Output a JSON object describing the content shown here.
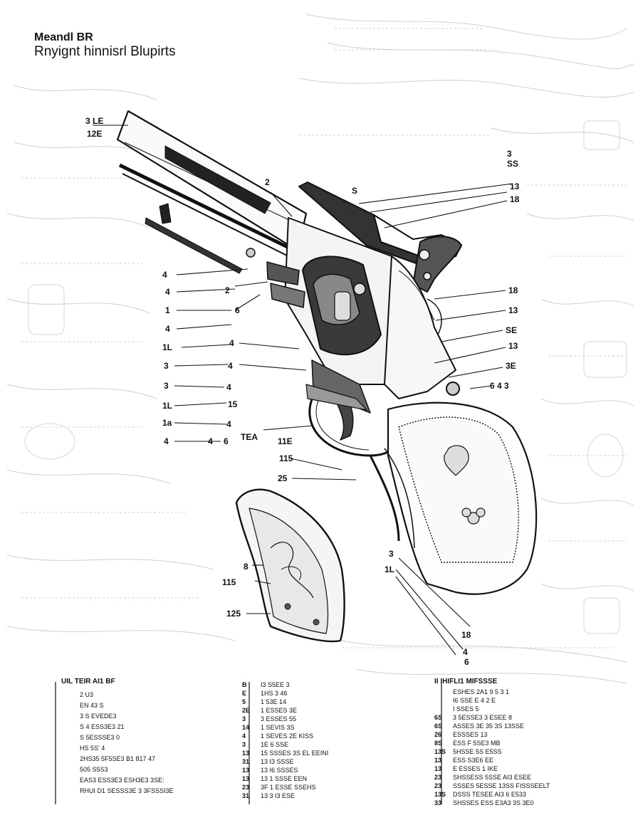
{
  "header": {
    "title_line1": "Meandl BR",
    "title_line2": "Rnyignt hinnisrl Blupirts"
  },
  "callouts_left": [
    "4",
    "4",
    "1",
    "4",
    "1L",
    "3",
    "3",
    "1L",
    "1a",
    "4"
  ],
  "callouts_inner": [
    "2",
    "6",
    "4",
    "4",
    "4",
    "15",
    "4",
    "4",
    "6",
    "TEA"
  ],
  "callouts_top": [
    "3 LE",
    "12E",
    "2",
    "S"
  ],
  "callouts_right": [
    "3",
    "SS",
    "13",
    "18",
    "18",
    "13",
    "SE",
    "13",
    "3E",
    "6 4 3"
  ],
  "callouts_grip": [
    "11E",
    "115",
    "25",
    "8",
    "115",
    "125"
  ],
  "callouts_bottom": [
    "3",
    "1L",
    "18",
    "4",
    "6"
  ],
  "legend": {
    "col1": {
      "head": "UIL TEIR AI1 BF",
      "rows": [
        {
          "n": "",
          "t": "2 U3"
        },
        {
          "n": "",
          "t": "EN 43 S"
        },
        {
          "n": "",
          "t": "3 S EVEDE3"
        },
        {
          "n": "",
          "t": "S 4 ESS3E3 21"
        },
        {
          "n": "",
          "t": "S 5ESSSE3 0"
        },
        {
          "n": "",
          "t": "HS 5S' 4"
        },
        {
          "n": "",
          "t": "2HS35 5F5SE3 B1 817 47"
        },
        {
          "n": "",
          "t": "505 S5S3"
        },
        {
          "n": "",
          "t": "EAS3 ESS3E3 ESH3E3 3SE:"
        },
        {
          "n": "",
          "t": "RHUI D1 SESSS3E 3 3FSSSI3E"
        }
      ]
    },
    "col2": {
      "rows": [
        {
          "n": "B",
          "t": "I3 S5EE 3"
        },
        {
          "n": "E",
          "t": "1HS 3 46"
        },
        {
          "n": "5",
          "t": "1 53E 14"
        },
        {
          "n": "2E",
          "t": "1 ESSES 3E"
        },
        {
          "n": "3",
          "t": "3 ESSES 55"
        },
        {
          "n": "14",
          "t": "1 SEVIS 3S"
        },
        {
          "n": "4",
          "t": "1 SEVES 2E  KISS"
        },
        {
          "n": "3",
          "t": "1E 6 SSE"
        },
        {
          "n": "13",
          "t": "15 SSSES 3S  EL EEINI"
        },
        {
          "n": "31",
          "t": "13 I3 SSSE"
        },
        {
          "n": "13",
          "t": "13 I6 SSSES"
        },
        {
          "n": "13",
          "t": "13 1 SSSE EEN"
        },
        {
          "n": "23",
          "t": "3F 1 ESSE SSEHS"
        },
        {
          "n": "31",
          "t": "13 3 I3 ESE"
        }
      ]
    },
    "col3": {
      "head": "II IHIFLI1 MIFSSSE",
      "rows": [
        {
          "n": "",
          "t": "ESHES 2A1 9 5 3 1"
        },
        {
          "n": "",
          "t": "I6 SSE E 4 2 E"
        },
        {
          "n": "",
          "t": "I SSES 5"
        },
        {
          "n": "6S",
          "t": "3 5ESSE3 3 ESEE 8"
        },
        {
          "n": "6S",
          "t": "ASSES 3E 35 3S 13SSE"
        },
        {
          "n": "26",
          "t": "ESSSES 13"
        },
        {
          "n": "8S",
          "t": "ESS F 5SE3 MB"
        },
        {
          "n": "13S",
          "t": "5HSSE 5S E5SS"
        },
        {
          "n": "13",
          "t": "ESS S3E6 EE"
        },
        {
          "n": "13",
          "t": "E ESSES 1 IKE"
        },
        {
          "n": "23",
          "t": "SHSSESS 5SSE AI3 ESEE"
        },
        {
          "n": "23",
          "t": "SSSES 5ESSE 13SS FISSSEELT"
        },
        {
          "n": "13S",
          "t": "DSSS TESEE AI3 6 E533"
        },
        {
          "n": "33",
          "t": "SHSSES ESS E3A3 3S 3E0"
        }
      ]
    }
  }
}
